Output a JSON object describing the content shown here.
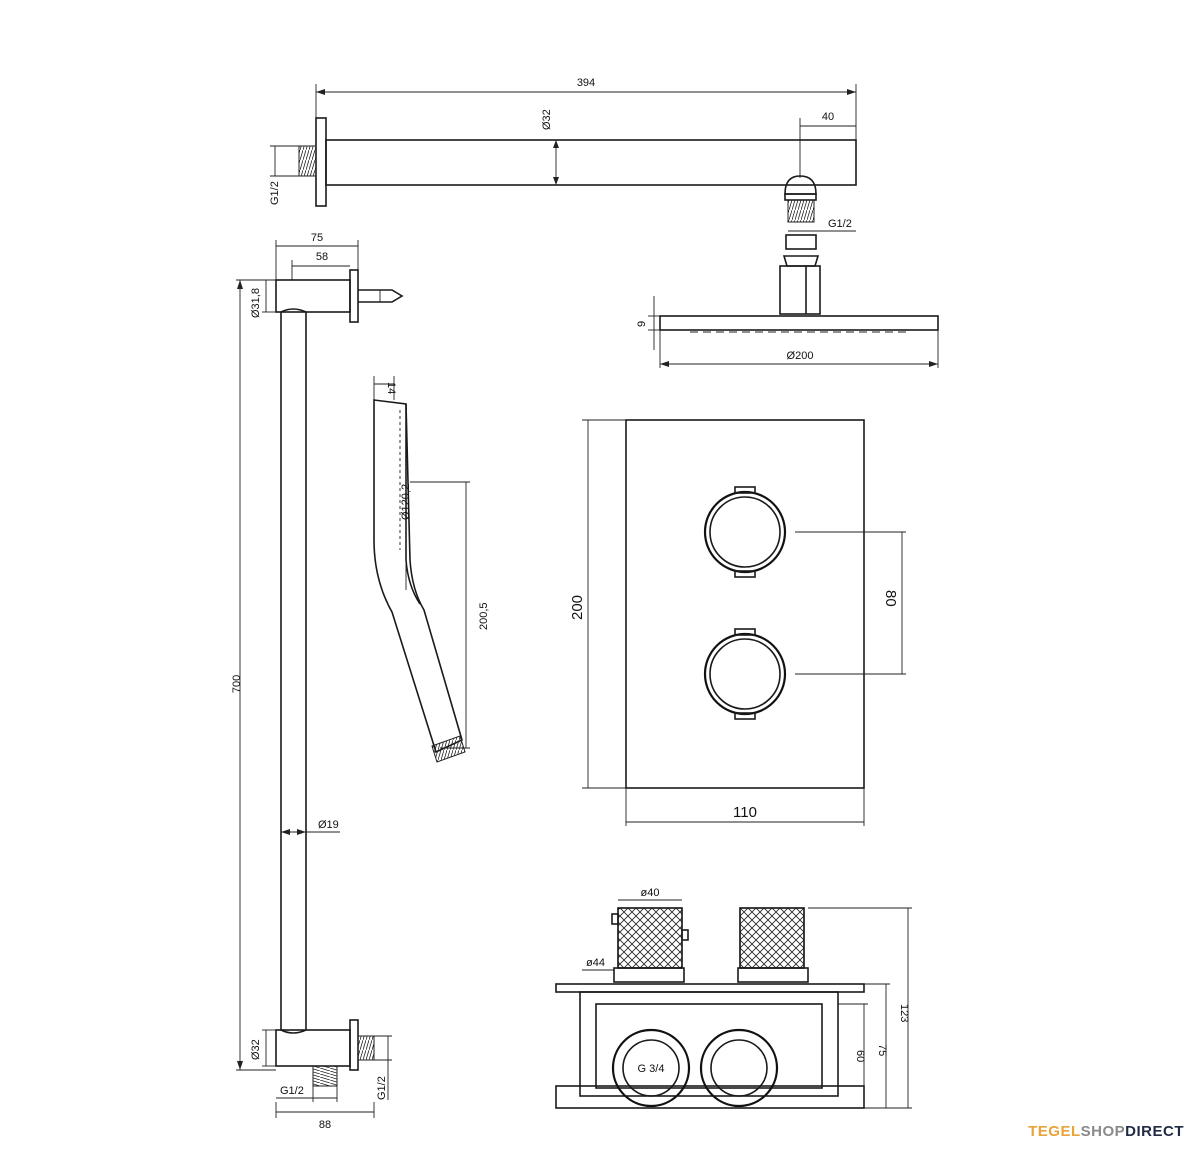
{
  "shower_arm": {
    "length": "394",
    "diameter": "Ø32",
    "offset": "40",
    "thread_wall": "G1/2",
    "thread_head": "G1/2"
  },
  "rain_head": {
    "thickness": "9",
    "diameter": "Ø200"
  },
  "slide_rail": {
    "width_top": "75",
    "width_inner": "58",
    "bracket_dia": "Ø31,8",
    "length": "700",
    "rod_dia": "Ø19",
    "bracket_dia_bottom": "Ø32",
    "thread_left": "G1/2",
    "thread_right": "G1/2",
    "width_bottom": "88"
  },
  "hand_shower": {
    "thickness": "14",
    "head_dia": "Ø120,2",
    "length": "200,5"
  },
  "cover_plate": {
    "height": "200",
    "width": "110",
    "knob_spacing": "80"
  },
  "thermostat_body": {
    "knob_dia": "ø40",
    "base_dia": "ø44",
    "depth_total": "123",
    "depth_body": "75",
    "depth_inner": "60",
    "inlet_thread": "G 3/4"
  },
  "brand": {
    "part1": "TEGEL",
    "part2": "SHOP",
    "part3": "DIRECT"
  }
}
